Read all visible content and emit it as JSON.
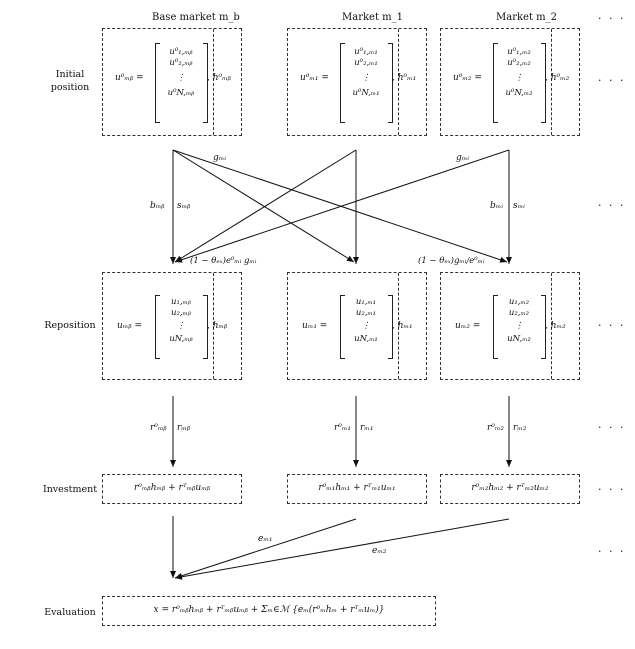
{
  "headers": {
    "base": "Base market m_b",
    "m1": "Market m_1",
    "m2": "Market m_2",
    "more": "· · ·"
  },
  "row_labels": {
    "initial": "Initial\nposition",
    "reposition": "Reposition",
    "investment": "Investment",
    "evaluation": "Evaluation"
  },
  "initial": {
    "base": {
      "lhs": "u⁰ₘᵦ =",
      "rows": [
        "u⁰₁,ₘᵦ",
        "u⁰₂,ₘᵦ",
        "⋮",
        "u⁰N,ₘᵦ"
      ],
      "h": ", h⁰ₘᵦ"
    },
    "m1": {
      "lhs": "u⁰ₘ₁ =",
      "rows": [
        "u⁰₁,ₘ₁",
        "u⁰₂,ₘ₁",
        "⋮",
        "u⁰N,ₘ₁"
      ],
      "h": ", h⁰ₘ₁"
    },
    "m2": {
      "lhs": "u⁰ₘ₂ =",
      "rows": [
        "u⁰₁,ₘ₂",
        "u⁰₂,ₘ₂",
        "⋮",
        "u⁰N,ₘ₂"
      ],
      "h": ", h⁰ₘ₂"
    }
  },
  "transfer_labels": {
    "g_left": "gₘᵢ",
    "g_right": "gₘᵢ",
    "b_base": "bₘᵦ",
    "s_base": "sₘᵦ",
    "b_i": "bₘᵢ",
    "s_i": "sₘᵢ",
    "fx_left": "(1 − θₑₓ)e⁰ₘᵢ gₘᵢ",
    "fx_right": "(1 − θₑₓ)gₘᵢ/e⁰ₘᵢ"
  },
  "reposition": {
    "base": {
      "lhs": "uₘᵦ =",
      "rows": [
        "u₁,ₘᵦ",
        "u₂,ₘᵦ",
        "⋮",
        "uN,ₘᵦ"
      ],
      "h": ", hₘᵦ"
    },
    "m1": {
      "lhs": "uₘ₁ =",
      "rows": [
        "u₁,ₘ₁",
        "u₂,ₘ₁",
        "⋮",
        "uN,ₘ₁"
      ],
      "h": ", hₘ₁"
    },
    "m2": {
      "lhs": "uₘ₂ =",
      "rows": [
        "u₁,ₘ₂",
        "u₂,ₘ₂",
        "⋮",
        "uN,ₘ₂"
      ],
      "h": ", hₘ₂"
    }
  },
  "returns_labels": {
    "base_r0": "r⁰ₘᵦ",
    "base_r": "rₘᵦ",
    "m1_r0": "r⁰ₘ₁",
    "m1_r": "rₘ₁",
    "m2_r0": "r⁰ₘ₂",
    "m2_r": "rₘ₂"
  },
  "investment": {
    "base": "r⁰ₘᵦhₘᵦ + rᵀₘᵦuₘᵦ",
    "m1": "r⁰ₘ₁hₘ₁ + rᵀₘ₁uₘ₁",
    "m2": "r⁰ₘ₂hₘ₂ + rᵀₘ₂uₘ₂"
  },
  "fx_to_eval": {
    "e1": "eₘ₁",
    "e2": "eₘ₂"
  },
  "evaluation": {
    "formula": "x = r⁰ₘᵦhₘᵦ + rᵀₘᵦuₘᵦ + Σₘ∈ℳ {eₘ(r⁰ₘhₘ + rᵀₘuₘ)}"
  }
}
